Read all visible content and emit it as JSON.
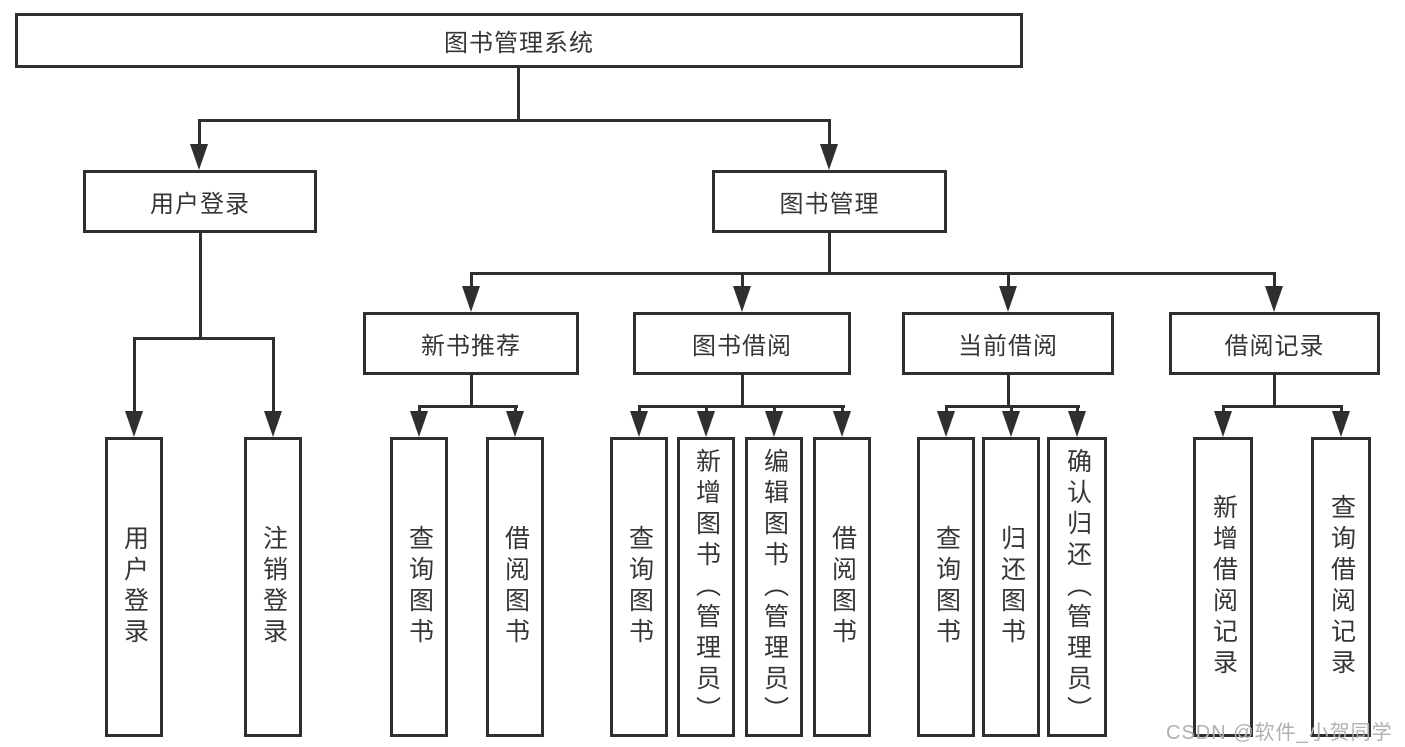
{
  "diagram": {
    "title": "图书管理系统",
    "tree": {
      "label": "图书管理系统",
      "children": [
        {
          "label": "用户登录",
          "children": [
            {
              "label": "用户登录"
            },
            {
              "label": "注销登录"
            }
          ]
        },
        {
          "label": "图书管理",
          "children": [
            {
              "label": "新书推荐",
              "children": [
                {
                  "label": "查询图书"
                },
                {
                  "label": "借阅图书"
                }
              ]
            },
            {
              "label": "图书借阅",
              "children": [
                {
                  "label": "查询图书"
                },
                {
                  "label": "新增图书（管理员）"
                },
                {
                  "label": "编辑图书（管理员）"
                },
                {
                  "label": "借阅图书"
                }
              ]
            },
            {
              "label": "当前借阅",
              "children": [
                {
                  "label": "查询图书"
                },
                {
                  "label": "归还图书"
                },
                {
                  "label": "确认归还（管理员）"
                }
              ]
            },
            {
              "label": "借阅记录",
              "children": [
                {
                  "label": "新增借阅记录"
                },
                {
                  "label": "查询借阅记录"
                }
              ]
            }
          ]
        }
      ]
    },
    "watermark": "CSDN @软件_小贺同学",
    "colors": {
      "line": "#2f2f2f",
      "text": "#363636",
      "watermark": "#b0b0b0",
      "background": "#ffffff"
    }
  }
}
